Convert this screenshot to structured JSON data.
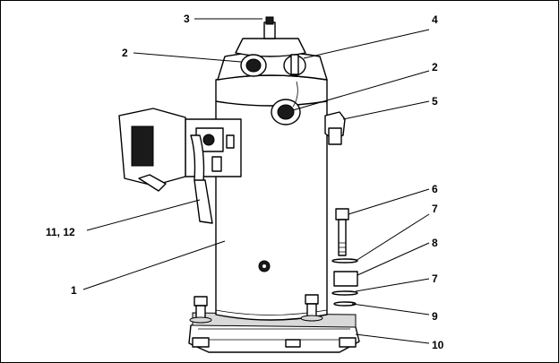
{
  "callouts": [
    {
      "id": "c3",
      "text": "3"
    },
    {
      "id": "c4",
      "text": "4"
    },
    {
      "id": "c2a",
      "text": "2"
    },
    {
      "id": "c2b",
      "text": "2"
    },
    {
      "id": "c5",
      "text": "5"
    },
    {
      "id": "c6",
      "text": "6"
    },
    {
      "id": "c7a",
      "text": "7"
    },
    {
      "id": "c8",
      "text": "8"
    },
    {
      "id": "c7b",
      "text": "7"
    },
    {
      "id": "c9",
      "text": "9"
    },
    {
      "id": "c10",
      "text": "10"
    },
    {
      "id": "c1",
      "text": "1"
    },
    {
      "id": "c1112",
      "text": "11, 12"
    }
  ]
}
